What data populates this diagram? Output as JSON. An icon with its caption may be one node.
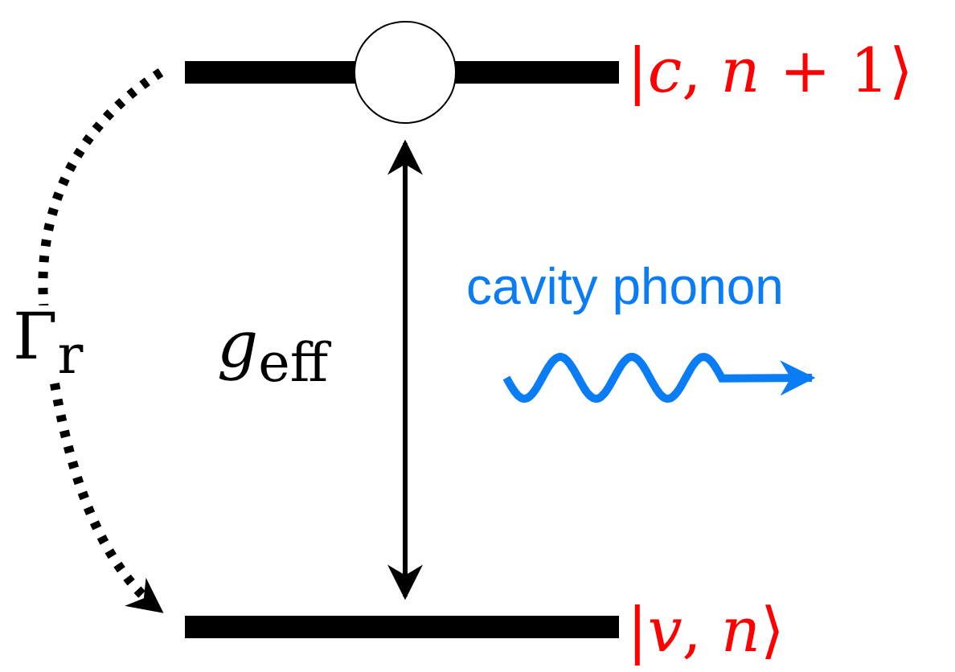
{
  "diagram": {
    "nodes": [
      {
        "text": [],
        "shape": "bar",
        "beside": [
          "|*c*, *n* + 1⟩"
        ]
      },
      {
        "text": [],
        "shape": "circle"
      },
      {
        "text": [],
        "shape": "bar",
        "beside": [
          "|*v*, *n*⟩"
        ]
      }
    ],
    "edges": [
      {
        "from": 0,
        "to": 2,
        "arrow": "to",
        "style": "dashed",
        "label": "Γ$_{r}$"
      },
      {
        "from": 1,
        "to": 2,
        "arrow": "both",
        "label": "*g*$_{eff}$"
      }
    ],
    "labels": [
      "cavity phonon"
    ]
  }
}
